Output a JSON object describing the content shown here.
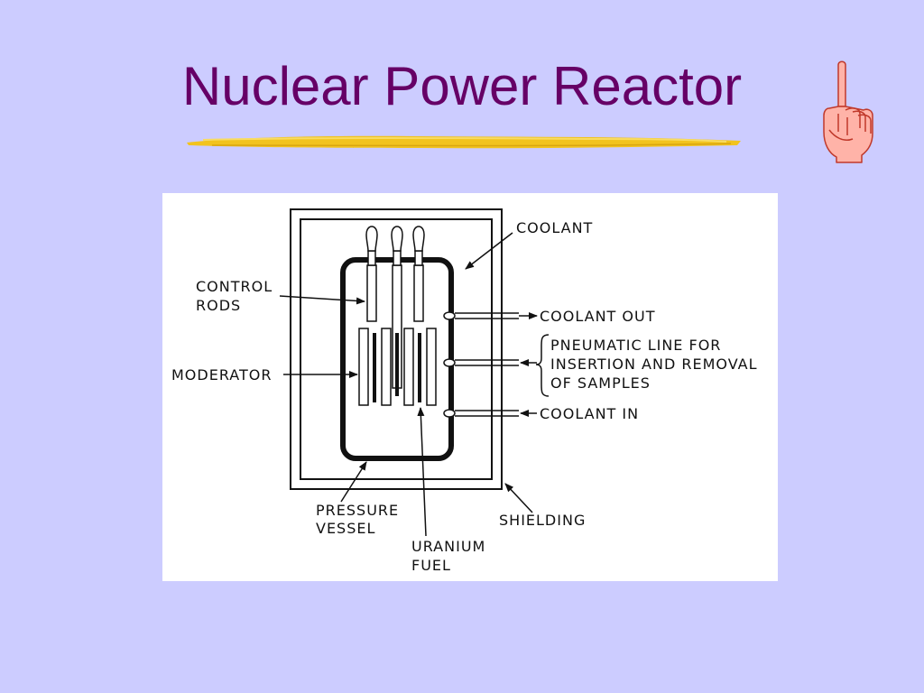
{
  "slide": {
    "title": "Nuclear Power Reactor",
    "colors": {
      "background": "#ccccff",
      "title": "#660066",
      "underline": "#f2c31e",
      "hand": "#ffb3a8"
    },
    "icons": {
      "decoration": "pointing-hand-icon",
      "rule": "brush-stroke-underline"
    }
  },
  "diagram": {
    "labels": {
      "coolant": "COOLANT",
      "control_rods_1": "CONTROL",
      "control_rods_2": "RODS",
      "coolant_out": "COOLANT OUT",
      "pneumatic_1": "PNEUMATIC LINE FOR",
      "pneumatic_2": "INSERTION AND REMOVAL",
      "pneumatic_3": "OF SAMPLES",
      "moderator": "MODERATOR",
      "coolant_in": "COOLANT IN",
      "pressure_vessel_1": "PRESSURE",
      "pressure_vessel_2": "VESSEL",
      "shielding": "SHIELDING",
      "uranium_fuel_1": "URANIUM",
      "uranium_fuel_2": "FUEL"
    }
  }
}
